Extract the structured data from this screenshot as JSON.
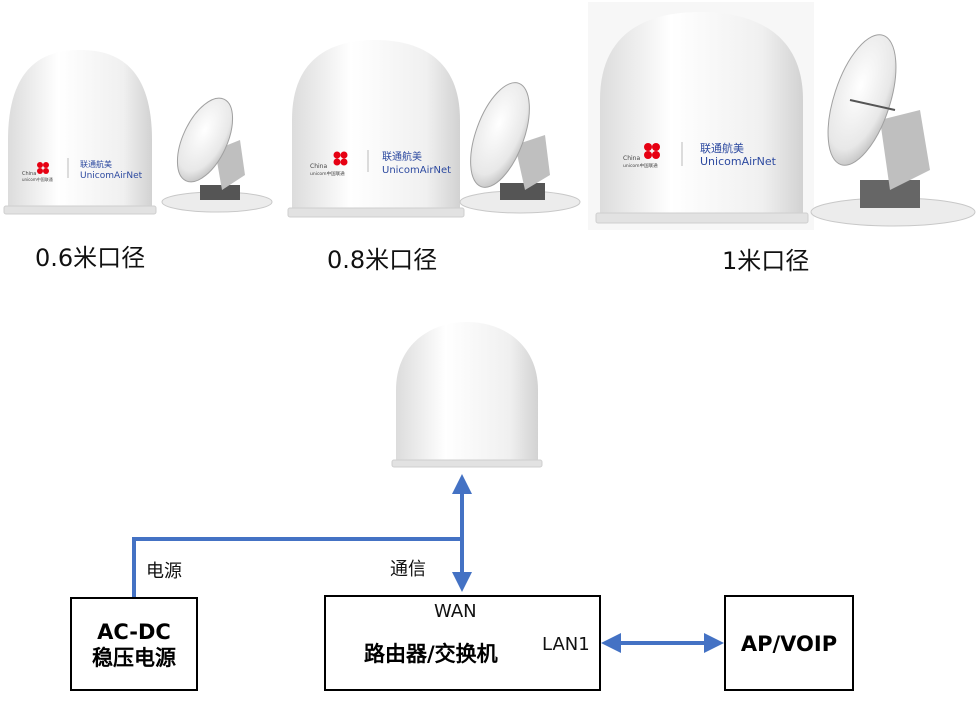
{
  "products": [
    {
      "caption": "0.6米口径",
      "brand_cn": "联通航美",
      "brand_en": "UnicomAirNet",
      "logo_en": "China",
      "logo_sub": "unicom中国联通"
    },
    {
      "caption": "0.8米口径",
      "brand_cn": "联通航美",
      "brand_en": "UnicomAirNet",
      "logo_en": "China",
      "logo_sub": "unicom中国联通"
    },
    {
      "caption": "1米口径",
      "brand_cn": "联通航美",
      "brand_en": "UnicomAirNet",
      "logo_en": "China",
      "logo_sub": "unicom中国联通"
    }
  ],
  "diagram": {
    "power_label": "电源",
    "comm_label": "通信",
    "psu": {
      "line1": "AC-DC",
      "line2": "稳压电源"
    },
    "router": {
      "wan": "WAN",
      "label": "路由器/交换机",
      "lan": "LAN1"
    },
    "ap": {
      "label": "AP/VOIP"
    },
    "colors": {
      "connector": "#4472c4",
      "box_border": "#000000",
      "dome": "#f2f2f2"
    }
  }
}
